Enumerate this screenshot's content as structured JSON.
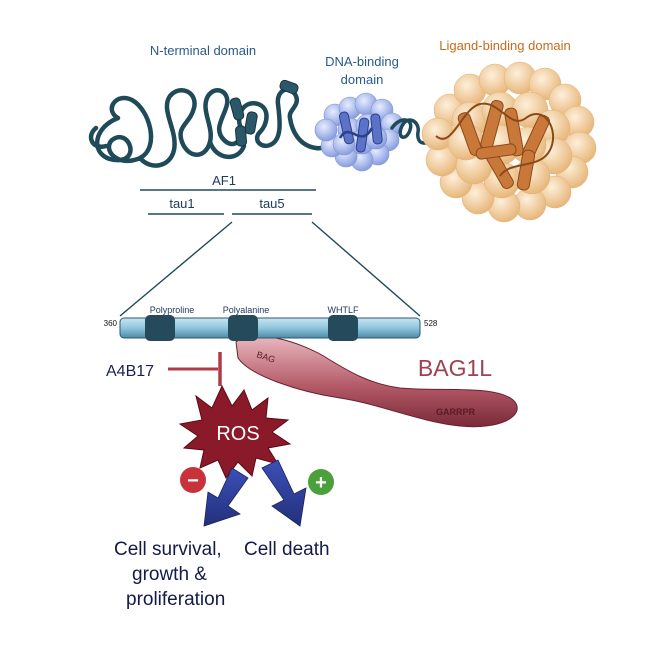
{
  "domains": {
    "n_terminal": "N-terminal domain",
    "dna_binding_line1": "DNA-binding",
    "dna_binding_line2": "domain",
    "ligand_binding": "Ligand-binding domain"
  },
  "regions": {
    "af1": "AF1",
    "tau1": "tau1",
    "tau5": "tau5"
  },
  "bar": {
    "start": "360",
    "end": "528",
    "motif_polyproline": "Polyproline",
    "motif_polyalanine": "Polyalanine",
    "motif_whtlf": "WHTLF"
  },
  "bag": {
    "protein": "BAG1L",
    "domain_bag": "BAG",
    "domain_garrpr": "GARRPR"
  },
  "inhibitor": "A4B17",
  "ros": "ROS",
  "outcomes": {
    "survival_line1": "Cell survival,",
    "survival_line2": "growth &",
    "survival_line3": "proliferation",
    "death": "Cell death"
  },
  "signs": {
    "minus": "−",
    "plus": "+"
  },
  "colors": {
    "n_term_text": "#2a5a8a",
    "dbd_text": "#2a5a8a",
    "lbd_text": "#c96a1c",
    "protein_line": "#1f4a5a",
    "bar_fill": "#8fc6dc",
    "bar_dark": "#244a5c",
    "bag_fill": "#a04050",
    "inhibit": "#b03a45",
    "ros_fill": "#8a1a2a",
    "arrow": "#2e3f9a",
    "minus": "#c8323a",
    "plus": "#4aa03a"
  }
}
